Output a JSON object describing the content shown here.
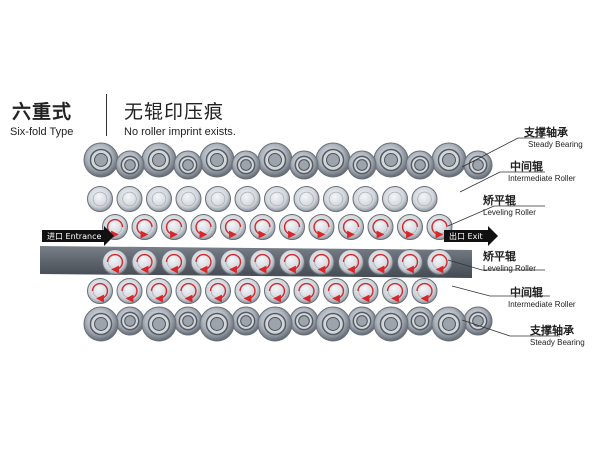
{
  "header": {
    "left_title_cn": "六重式",
    "left_title_en": "Six-fold Type",
    "right_title_cn": "无辊印压痕",
    "right_title_en": "No roller imprint exists."
  },
  "flow": {
    "entrance_label": "进口 Entrance",
    "exit_label": "出口 Exit"
  },
  "callouts": [
    {
      "cn": "支撑轴承",
      "en": "Steady Bearing"
    },
    {
      "cn": "中间辊",
      "en": "Intermediate Roller"
    },
    {
      "cn": "矫平辊",
      "en": "Leveling Roller"
    },
    {
      "cn": "矫平辊",
      "en": "Leveling Roller"
    },
    {
      "cn": "中间辊",
      "en": "Intermediate Roller"
    },
    {
      "cn": "支撑轴承",
      "en": "Steady Bearing"
    }
  ],
  "colors": {
    "steel": "#9aa1aa",
    "plate": "#5b616b",
    "arrow_red": "#d8262b",
    "arrow_black": "#111111"
  }
}
